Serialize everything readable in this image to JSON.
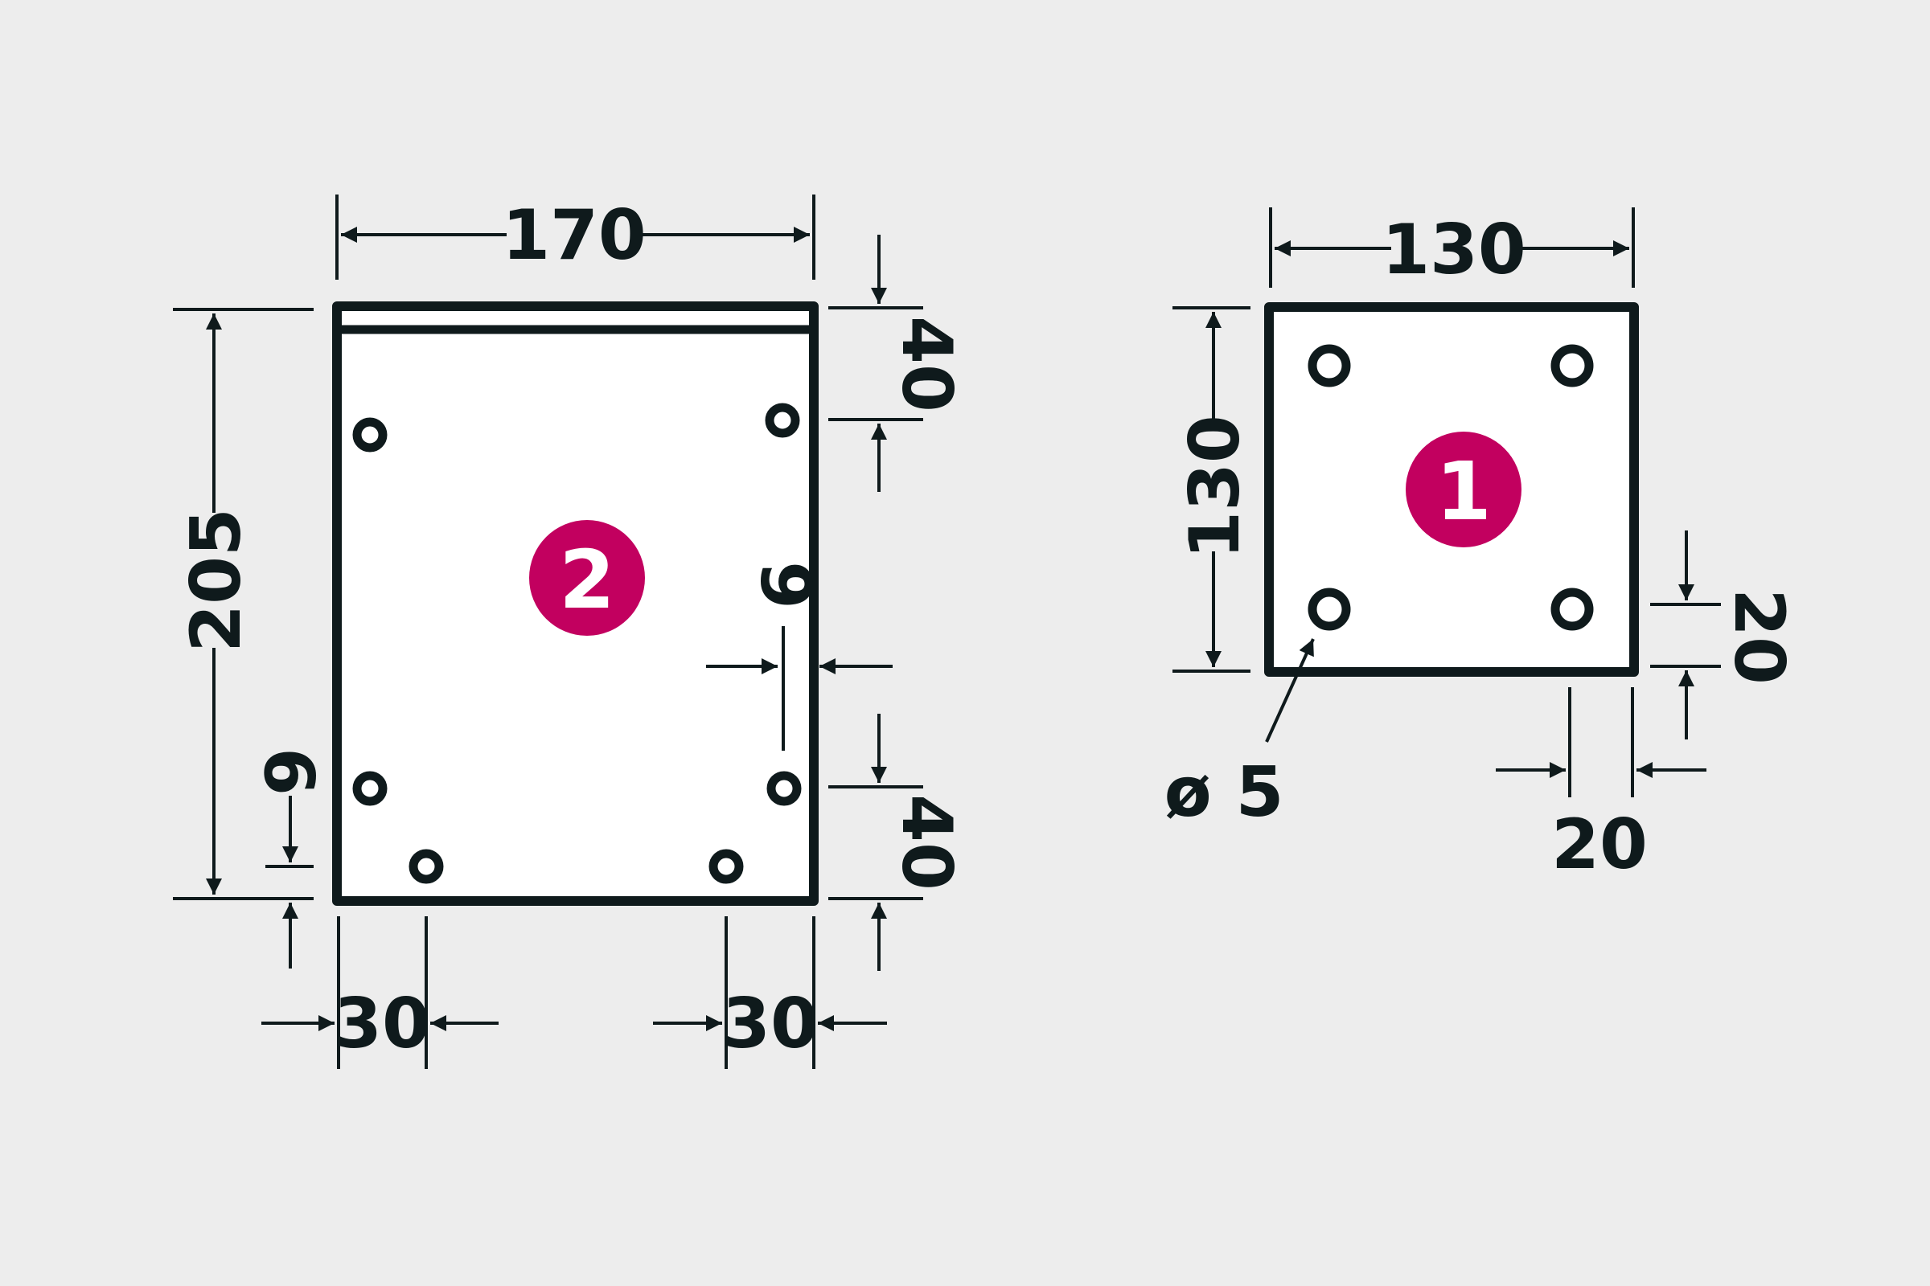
{
  "colors": {
    "background": "#ededed",
    "ink": "#0f1a1c",
    "plate": "#ffffff",
    "badge": "#c2005f"
  },
  "plate_2": {
    "badge": "2",
    "width_label": "170",
    "height_label": "205",
    "top_offset_label": "40",
    "bottom_offset_label": "40",
    "left_inset_label": "30",
    "right_inset_label": "30",
    "bottom_hole_inset_label": "9",
    "side_hole_inset_label": "9"
  },
  "plate_1": {
    "badge": "1",
    "width_label": "130",
    "height_label": "130",
    "vertical_inset_label": "20",
    "horizontal_inset_label": "20",
    "hole_diameter_label": "ø 5"
  }
}
